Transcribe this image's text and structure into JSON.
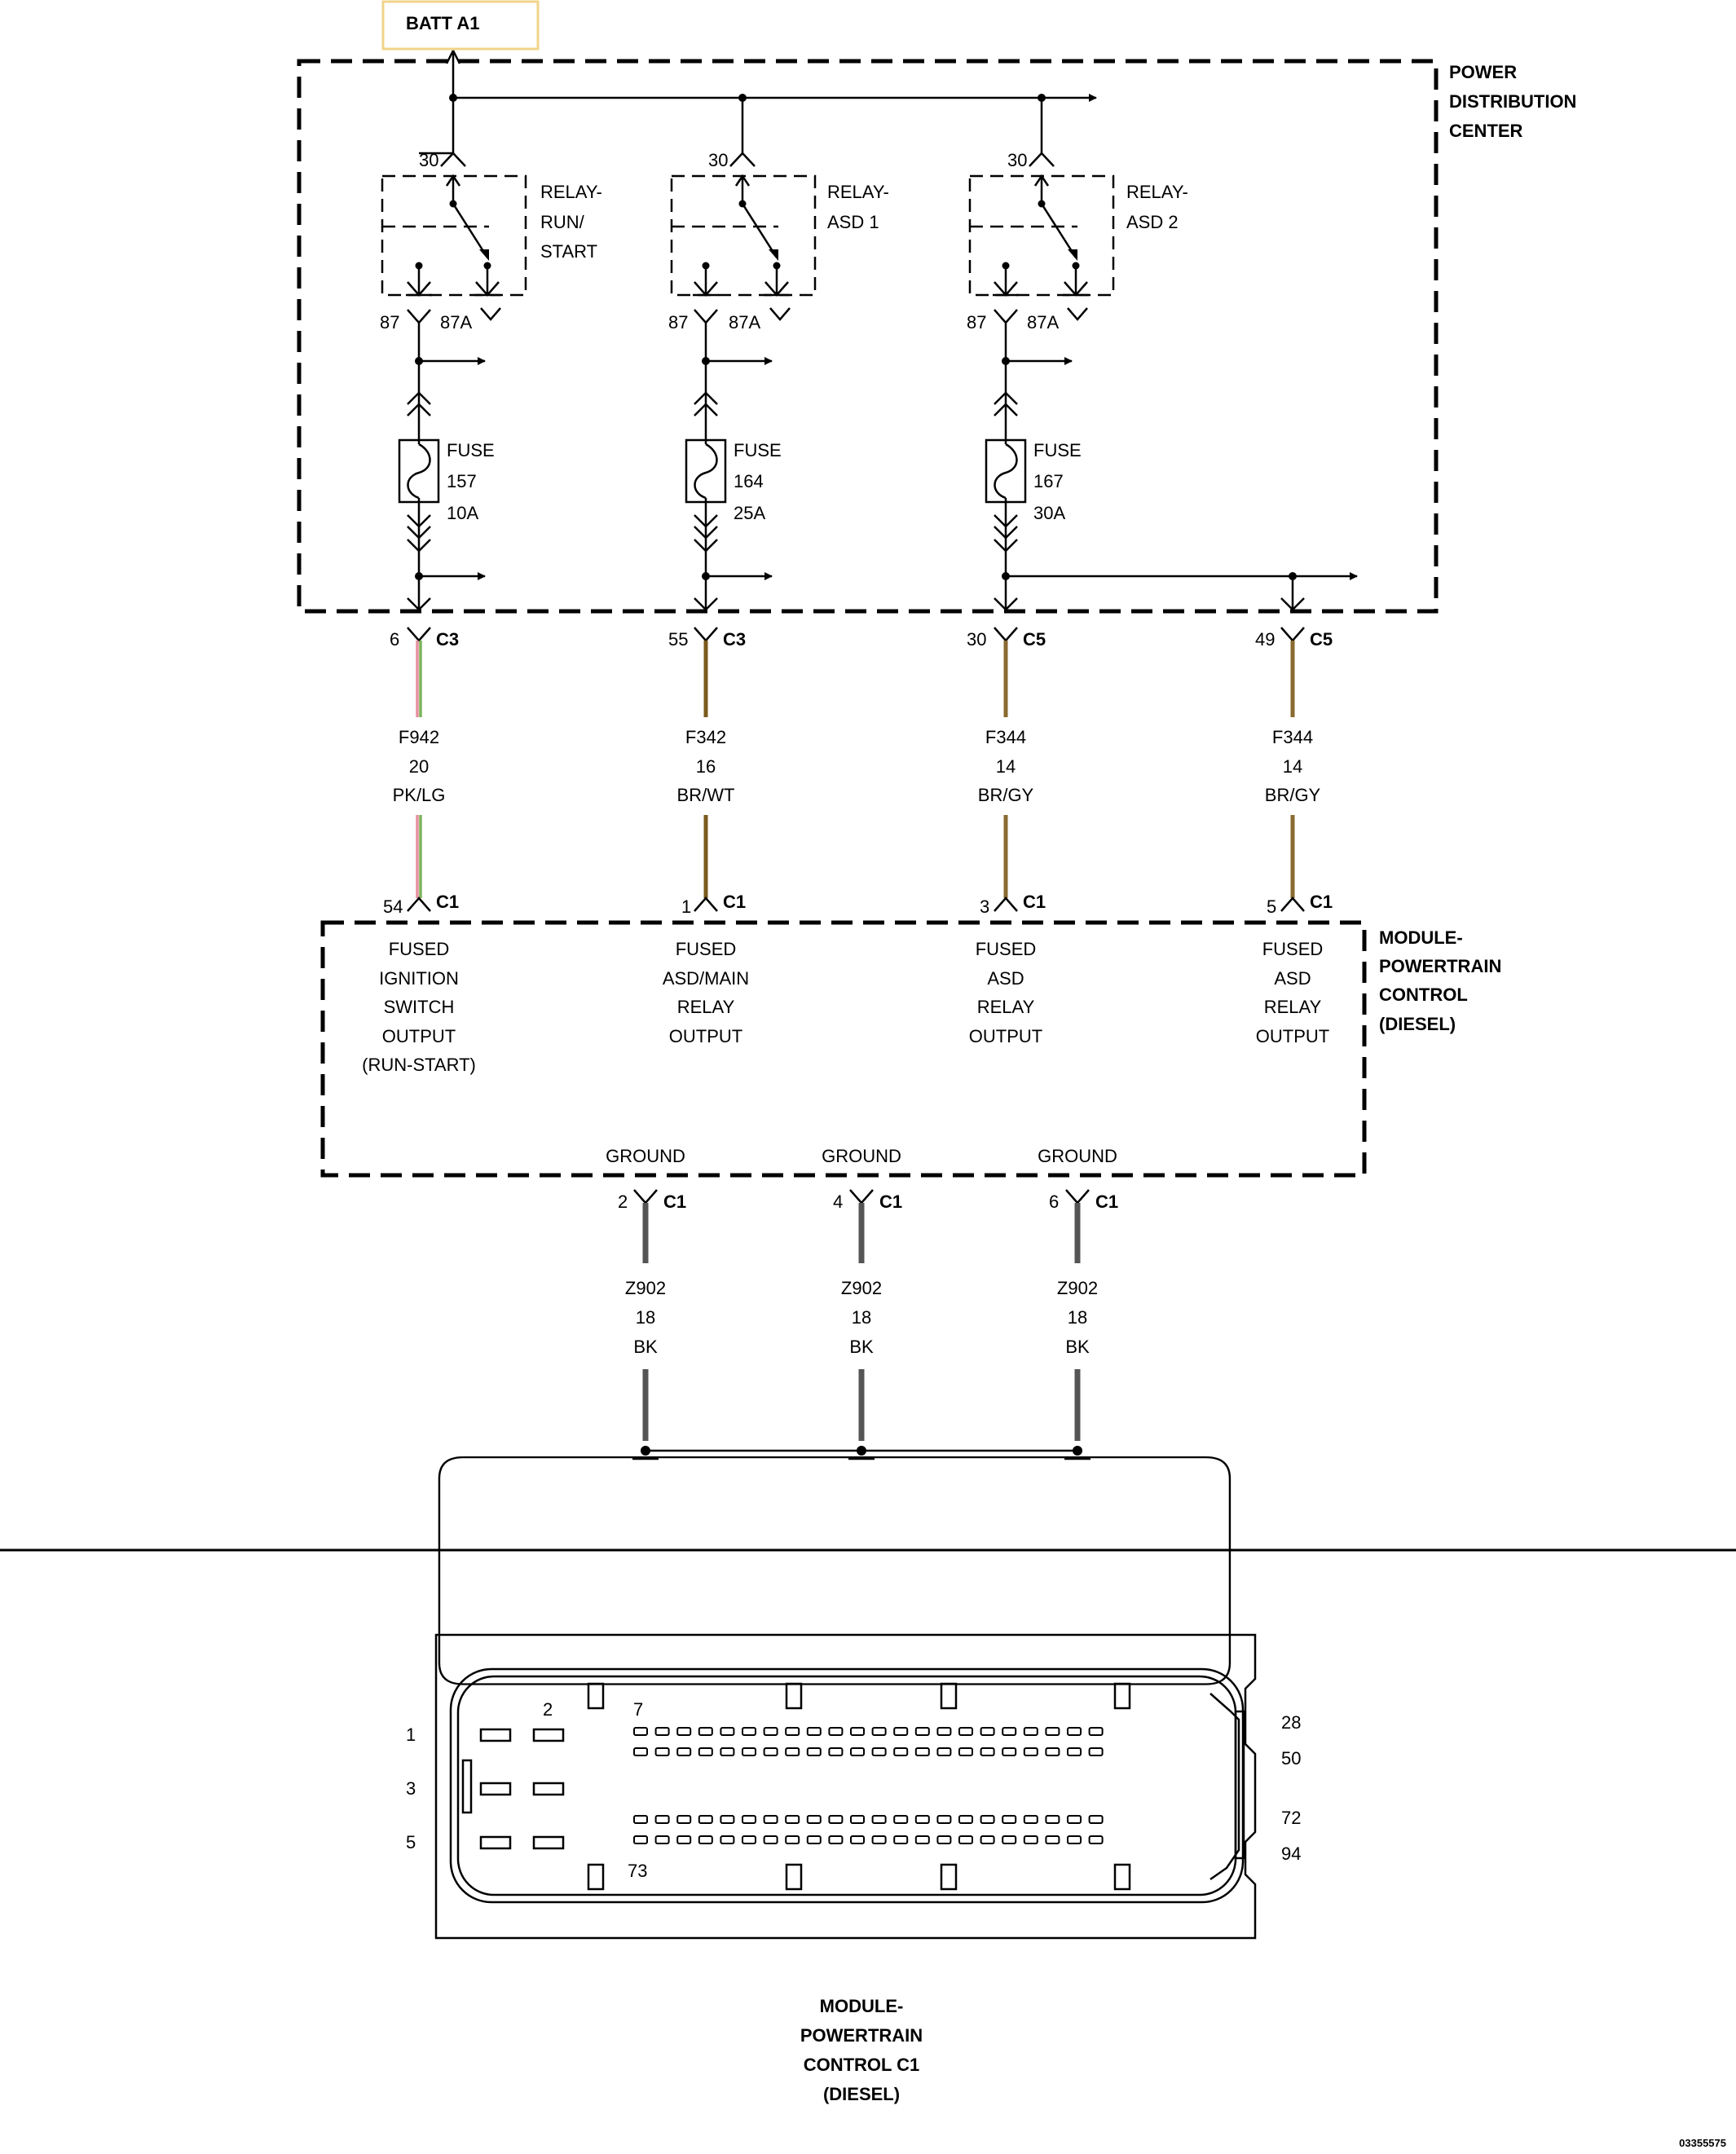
{
  "batt": "BATT A1",
  "pdc": {
    "lines": [
      "POWER",
      "DISTRIBUTION",
      "CENTER"
    ]
  },
  "relays": [
    {
      "label": [
        "RELAY-",
        "RUN/",
        "START"
      ],
      "pin_in": "30",
      "pin_87": "87",
      "pin_87a": "87A"
    },
    {
      "label": [
        "RELAY-",
        "ASD 1"
      ],
      "pin_in": "30",
      "pin_87": "87",
      "pin_87a": "87A"
    },
    {
      "label": [
        "RELAY-",
        "ASD 2"
      ],
      "pin_in": "30",
      "pin_87": "87",
      "pin_87a": "87A"
    }
  ],
  "fuses": [
    {
      "label": "FUSE",
      "number": "157",
      "rating": "10A"
    },
    {
      "label": "FUSE",
      "number": "164",
      "rating": "25A"
    },
    {
      "label": "FUSE",
      "number": "167",
      "rating": "30A"
    }
  ],
  "circuits": [
    {
      "top_pin": "6",
      "top_conn": "C3",
      "circuit": "F942",
      "gauge": "20",
      "color": "PK/LG",
      "bottom_pin": "54",
      "bottom_conn": "C1",
      "function": [
        "FUSED",
        "IGNITION",
        "SWITCH",
        "OUTPUT",
        "(RUN-START)"
      ],
      "wire_colors": [
        "#e78fa0",
        "#7cb35a"
      ]
    },
    {
      "top_pin": "55",
      "top_conn": "C3",
      "circuit": "F342",
      "gauge": "16",
      "color": "BR/WT",
      "bottom_pin": "1",
      "bottom_conn": "C1",
      "function": [
        "FUSED",
        "ASD/MAIN",
        "RELAY",
        "OUTPUT"
      ],
      "wire_colors": [
        "#7a5a1c"
      ]
    },
    {
      "top_pin": "30",
      "top_conn": "C5",
      "circuit": "F344",
      "gauge": "14",
      "color": "BR/GY",
      "bottom_pin": "3",
      "bottom_conn": "C1",
      "function": [
        "FUSED",
        "ASD",
        "RELAY",
        "OUTPUT"
      ],
      "wire_colors": [
        "#8a6a30"
      ]
    },
    {
      "top_pin": "49",
      "top_conn": "C5",
      "circuit": "F344",
      "gauge": "14",
      "color": "BR/GY",
      "bottom_pin": "5",
      "bottom_conn": "C1",
      "function": [
        "FUSED",
        "ASD",
        "RELAY",
        "OUTPUT"
      ],
      "wire_colors": [
        "#8a6a30"
      ]
    }
  ],
  "pcm": {
    "lines": [
      "MODULE-",
      "POWERTRAIN",
      "CONTROL",
      "(DIESEL)"
    ]
  },
  "grounds": [
    {
      "label": "GROUND",
      "pin": "2",
      "conn": "C1",
      "circuit": "Z902",
      "gauge": "18",
      "color": "BK"
    },
    {
      "label": "GROUND",
      "pin": "4",
      "conn": "C1",
      "circuit": "Z902",
      "gauge": "18",
      "color": "BK"
    },
    {
      "label": "GROUND",
      "pin": "6",
      "conn": "C1",
      "circuit": "Z902",
      "gauge": "18",
      "color": "BK"
    }
  ],
  "connector": {
    "pin_labels_left": [
      "1",
      "3",
      "5"
    ],
    "pin_labels_top": [
      "2",
      "7"
    ],
    "pin_label_bottom": "73",
    "pin_labels_right": [
      "28",
      "50",
      "72",
      "94"
    ],
    "caption": [
      "MODULE-",
      "POWERTRAIN",
      "CONTROL C1",
      "(DIESEL)"
    ]
  },
  "figure_id": "03355575"
}
